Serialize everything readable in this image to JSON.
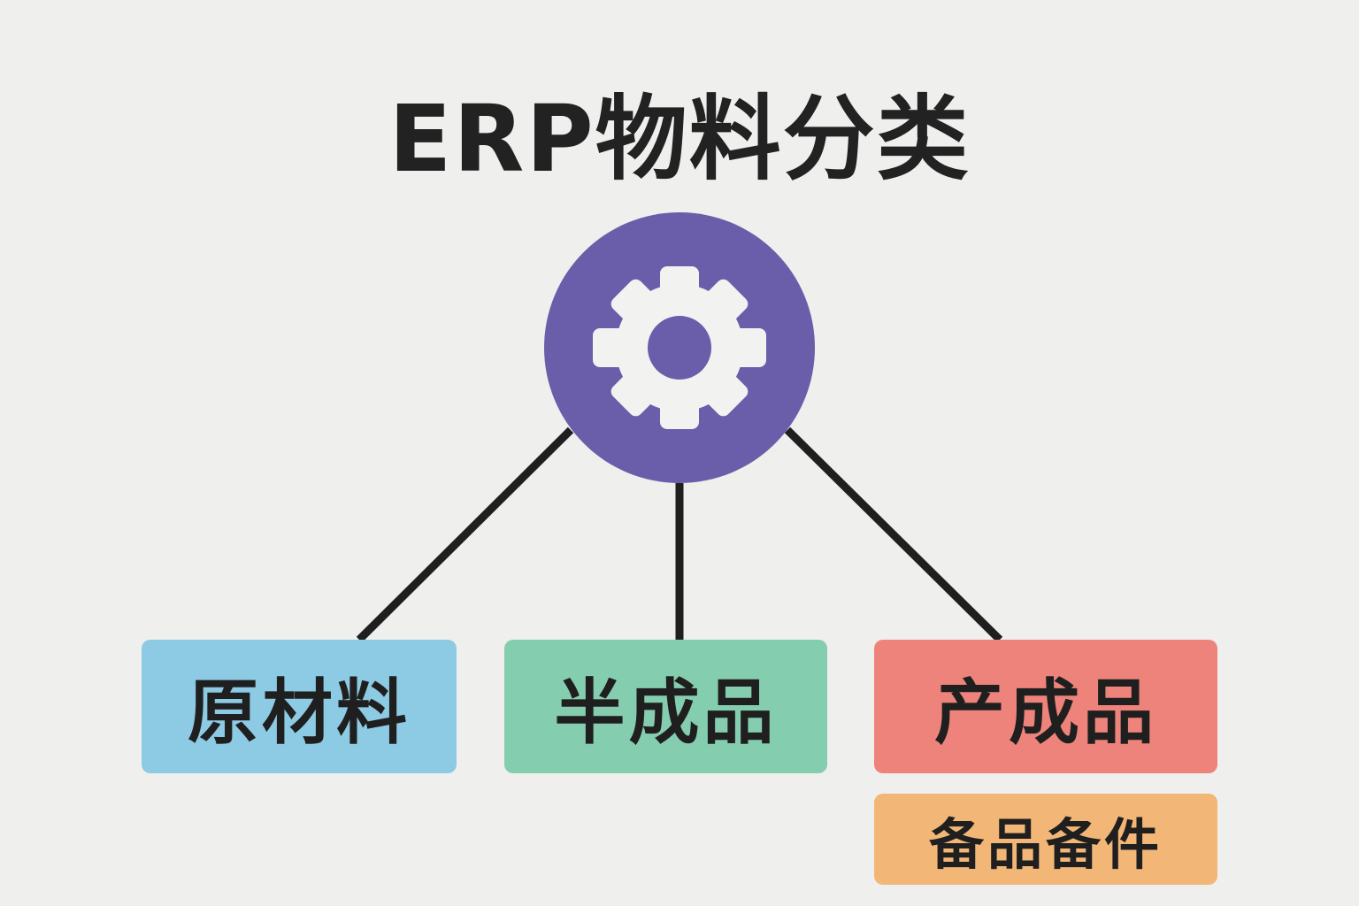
{
  "title": "ERP物料分类",
  "hub": {
    "icon": "gear-icon",
    "color": "#6a5eaa"
  },
  "categories": [
    {
      "label": "原材料",
      "color": "#8dcae3"
    },
    {
      "label": "半成品",
      "color": "#85cdaf"
    },
    {
      "label": "产成品",
      "color": "#ee837b"
    },
    {
      "label": "备品备件",
      "color": "#f2b676"
    }
  ],
  "line_color": "#1f1f1f"
}
